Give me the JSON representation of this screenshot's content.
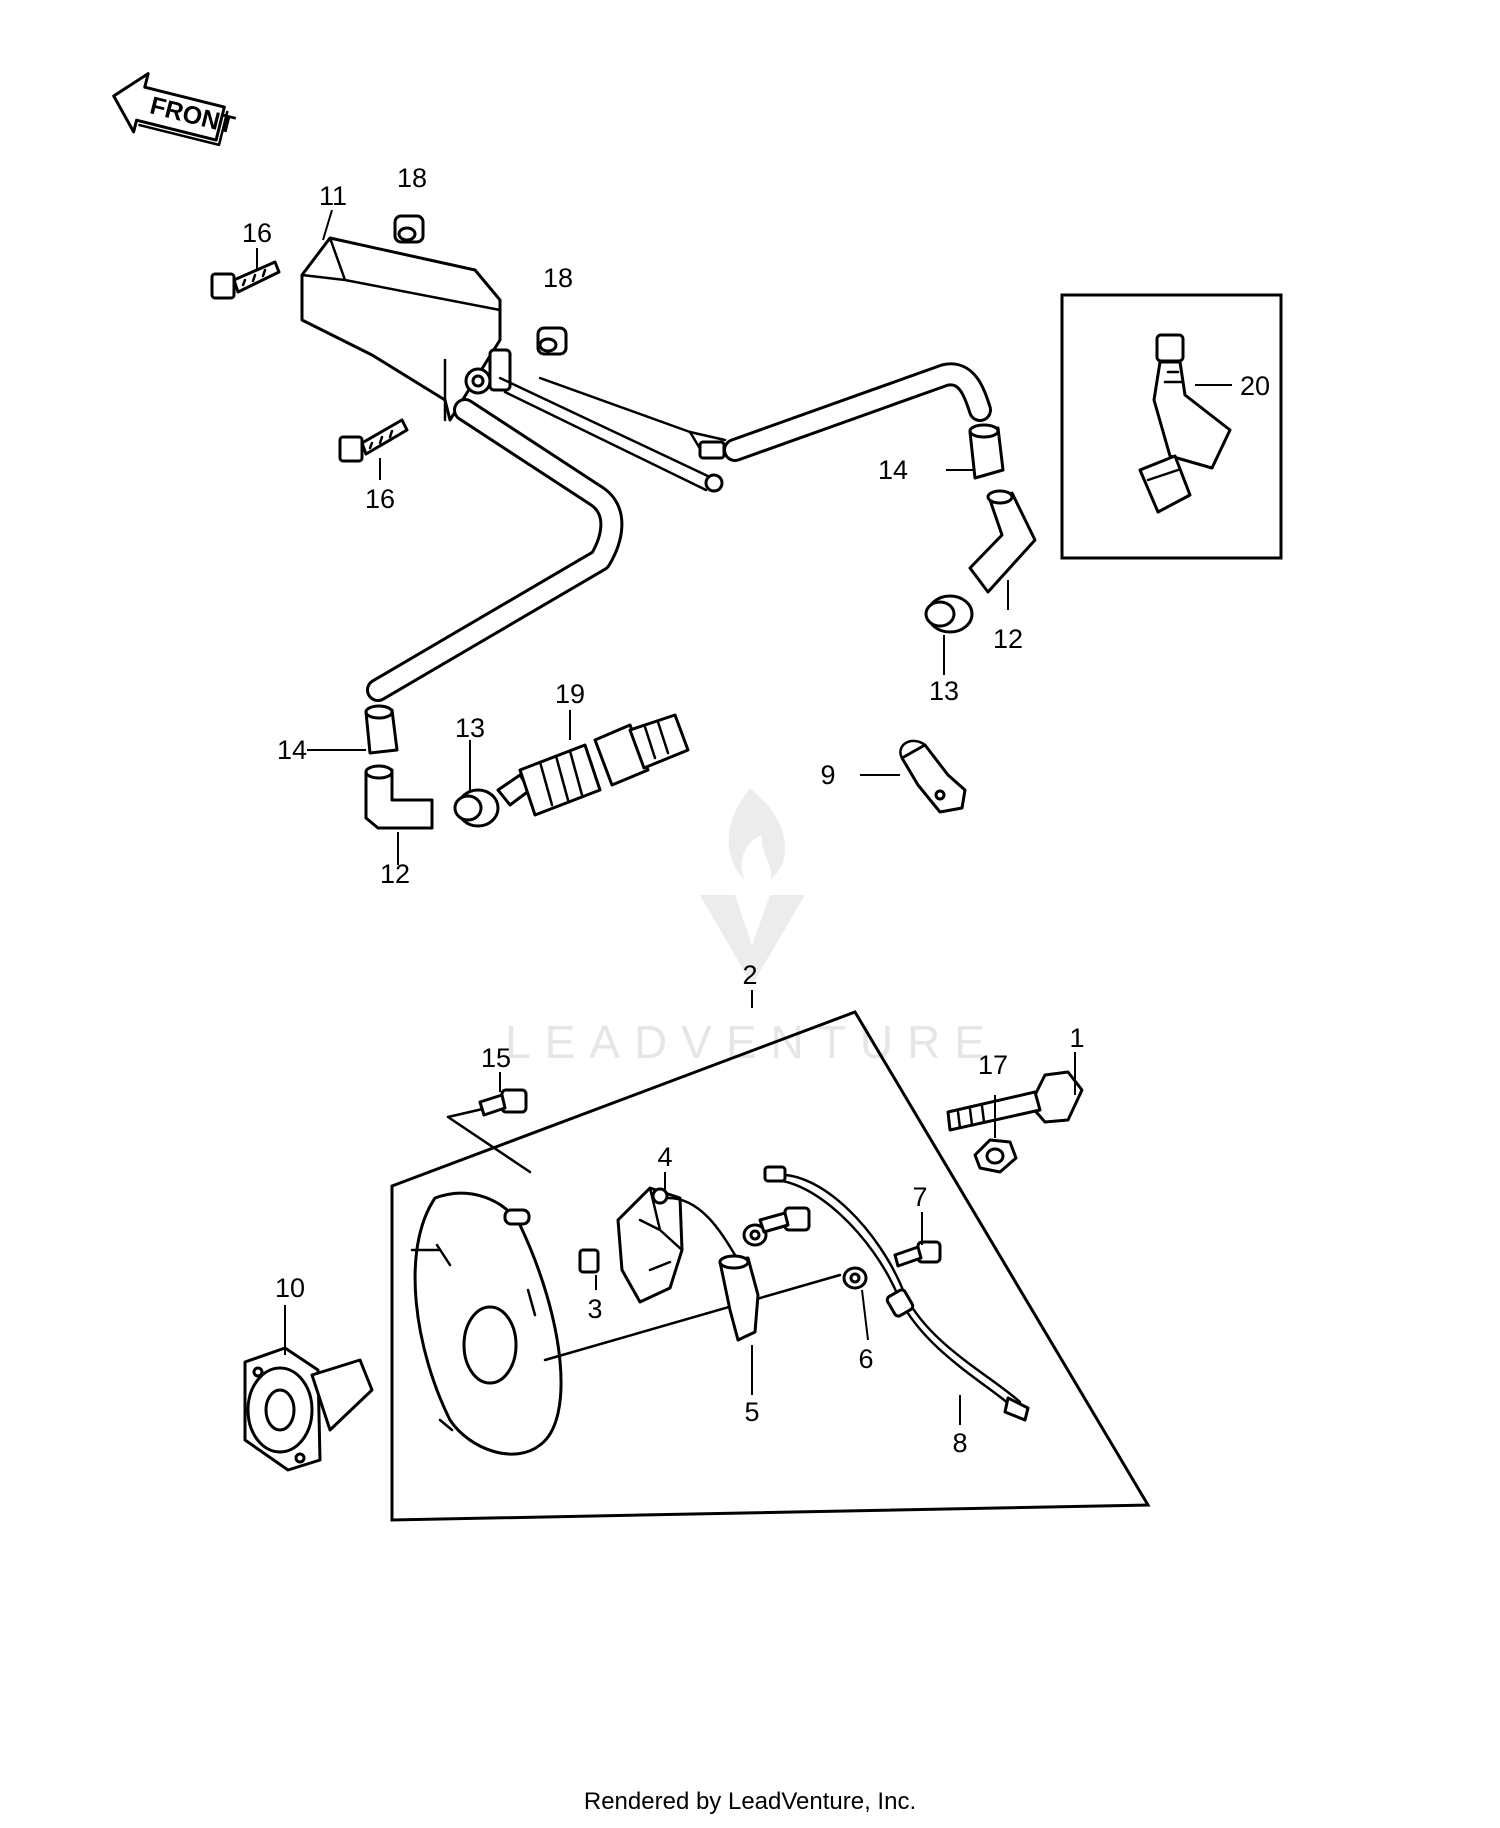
{
  "diagram": {
    "front_label": "FRONT",
    "watermark_text": "LEADVENTURE",
    "footer_credit": "Rendered by LeadVenture, Inc.",
    "colors": {
      "line": "#000000",
      "background": "#ffffff",
      "watermark": "#e6e6e6"
    },
    "callouts": [
      "1",
      "2",
      "3",
      "4",
      "5",
      "6",
      "7",
      "8",
      "9",
      "10",
      "11",
      "12",
      "12",
      "13",
      "13",
      "14",
      "14",
      "15",
      "16",
      "16",
      "17",
      "18",
      "18",
      "19",
      "20"
    ]
  }
}
